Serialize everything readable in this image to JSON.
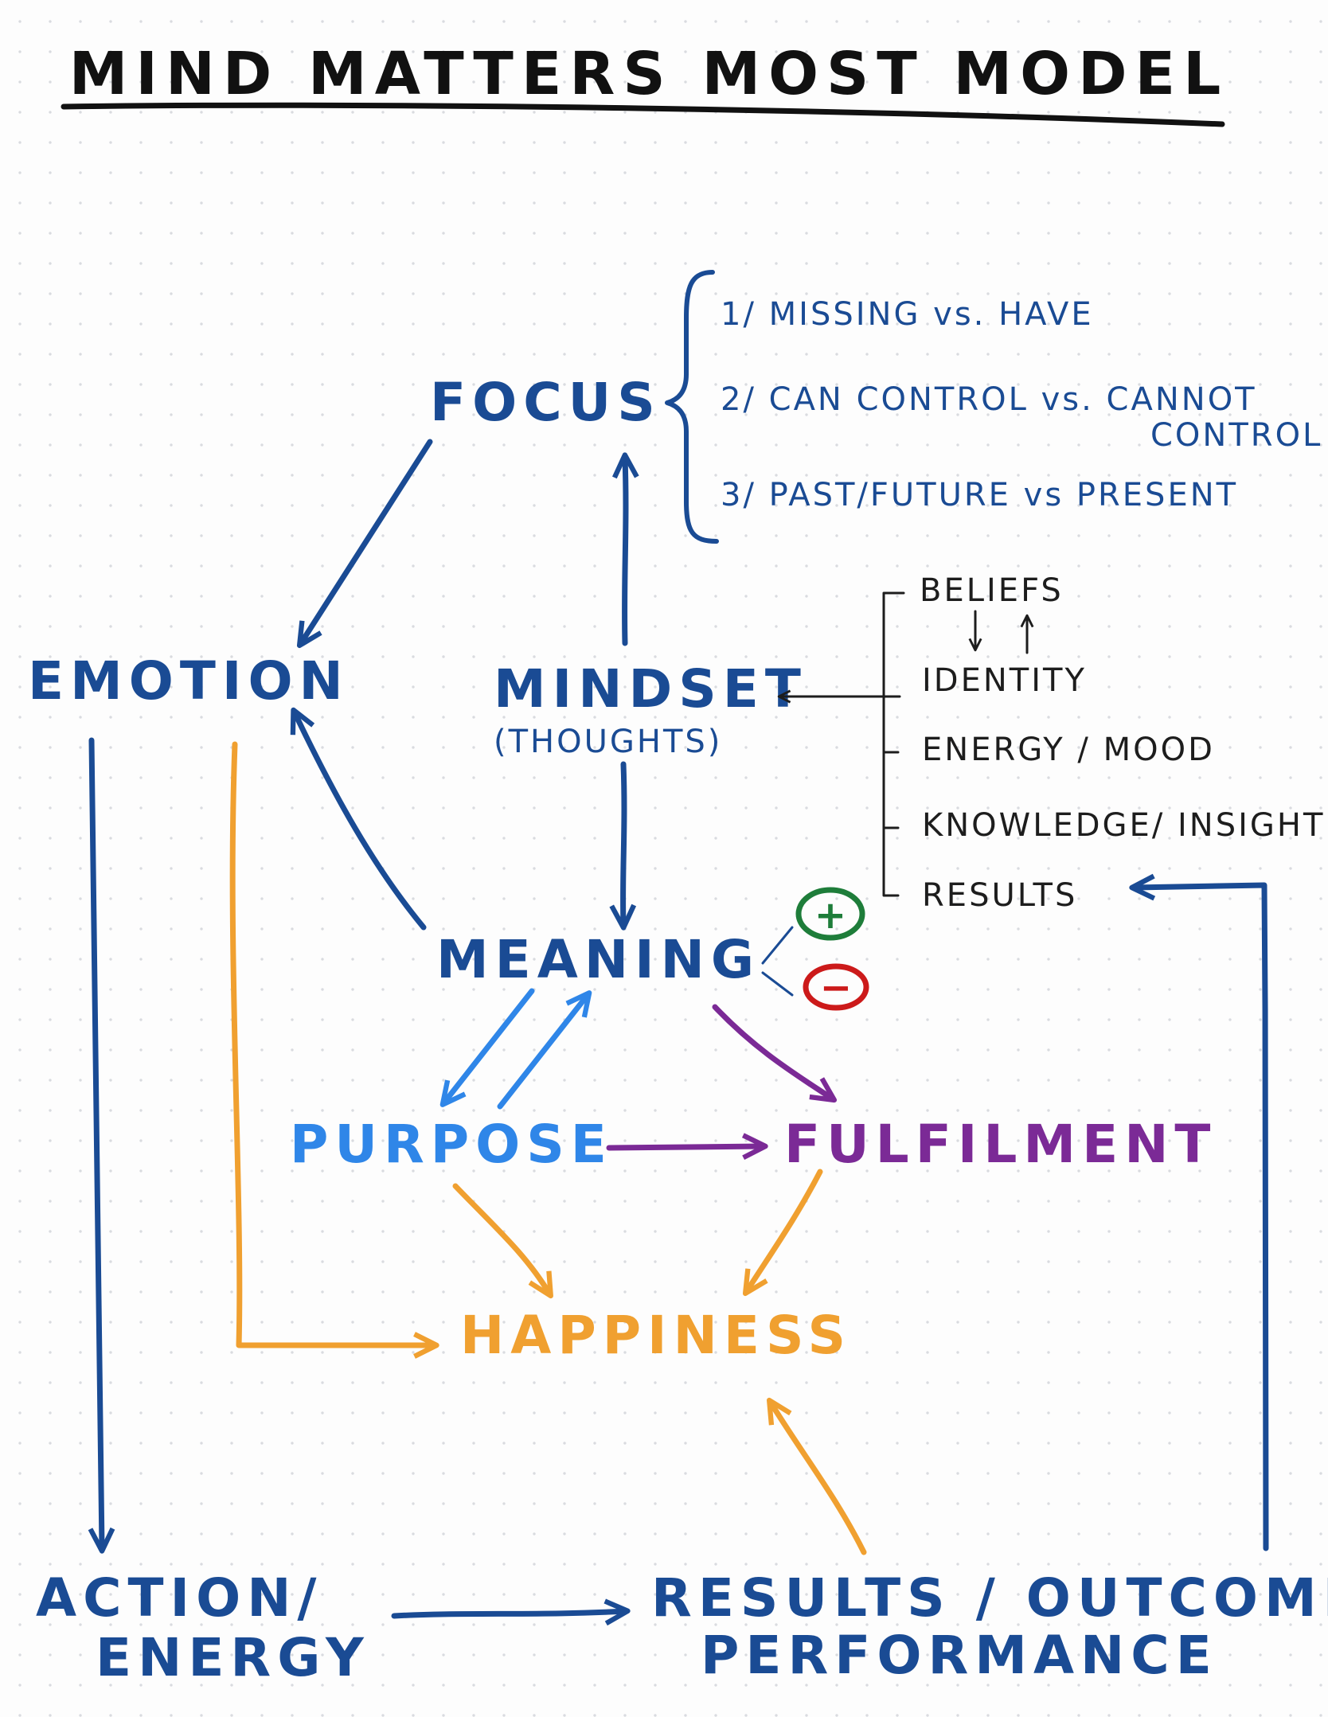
{
  "title": "MIND MATTERS MOST MODEL",
  "nodes": {
    "focus": "FOCUS",
    "emotion": "EMOTION",
    "mindset": "MINDSET",
    "mindset_sub": "(THOUGHTS)",
    "meaning": "MEANING",
    "purpose": "PURPOSE",
    "fulfilment": "FULFILMENT",
    "happiness": "HAPPINESS",
    "action_line1": "ACTION/",
    "action_line2": "ENERGY",
    "results_line1": "RESULTS / OUTCOMES",
    "results_line2": "PERFORMANCE"
  },
  "focus_list": [
    "1/ MISSING  vs.  HAVE",
    "2/ CAN CONTROL  vs.  CANNOT",
    "CONTROL",
    "3/ PAST/FUTURE  vs  PRESENT"
  ],
  "mindset_list": [
    "BELIEFS",
    "IDENTITY",
    "ENERGY / MOOD",
    "KNOWLEDGE/ INSIGHT",
    "RESULTS"
  ],
  "meaning_signs": {
    "positive": "+",
    "negative": "−"
  },
  "colors": {
    "ink_blue": "#1a4b94",
    "light_blue": "#2f86e8",
    "purple": "#7b2a96",
    "orange": "#f0a030",
    "green": "#1e7d3a",
    "red": "#cc1a1a",
    "black": "#1d1d1d"
  }
}
